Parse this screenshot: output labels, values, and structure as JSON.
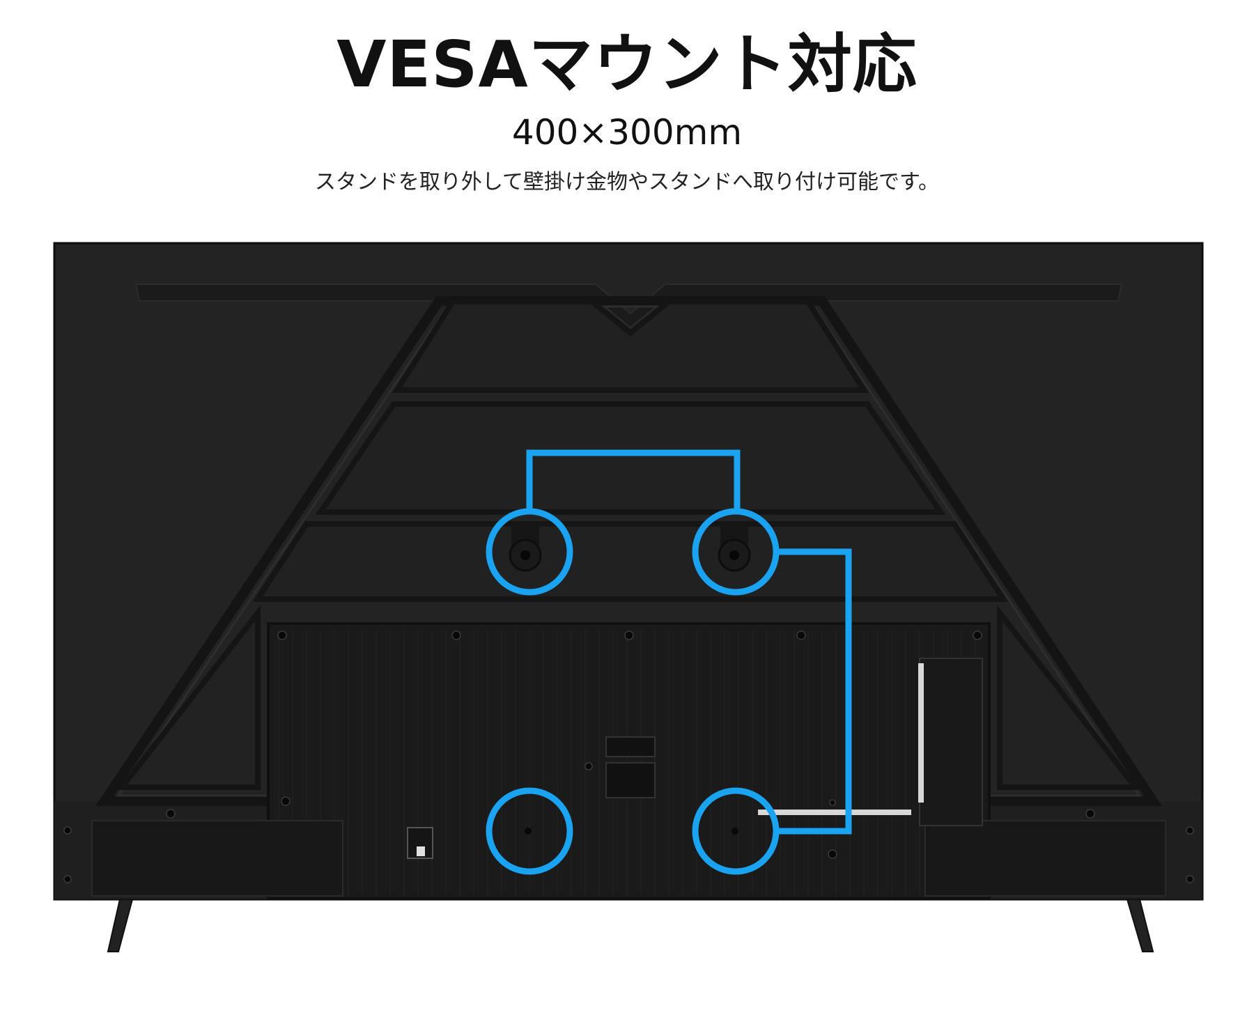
{
  "heading": {
    "title": "VESAマウント対応",
    "size": "400×300mm",
    "description": "スタンドを取り外して壁掛け金物やスタンドへ取り付け可能です。"
  },
  "colors": {
    "accent": "#1aa3f0",
    "tv_body": "#232323",
    "tv_edge": "#111111",
    "panel": "#1c1c1c"
  },
  "icons": {
    "mount_markers": "vesa-mount-hole-circle"
  }
}
